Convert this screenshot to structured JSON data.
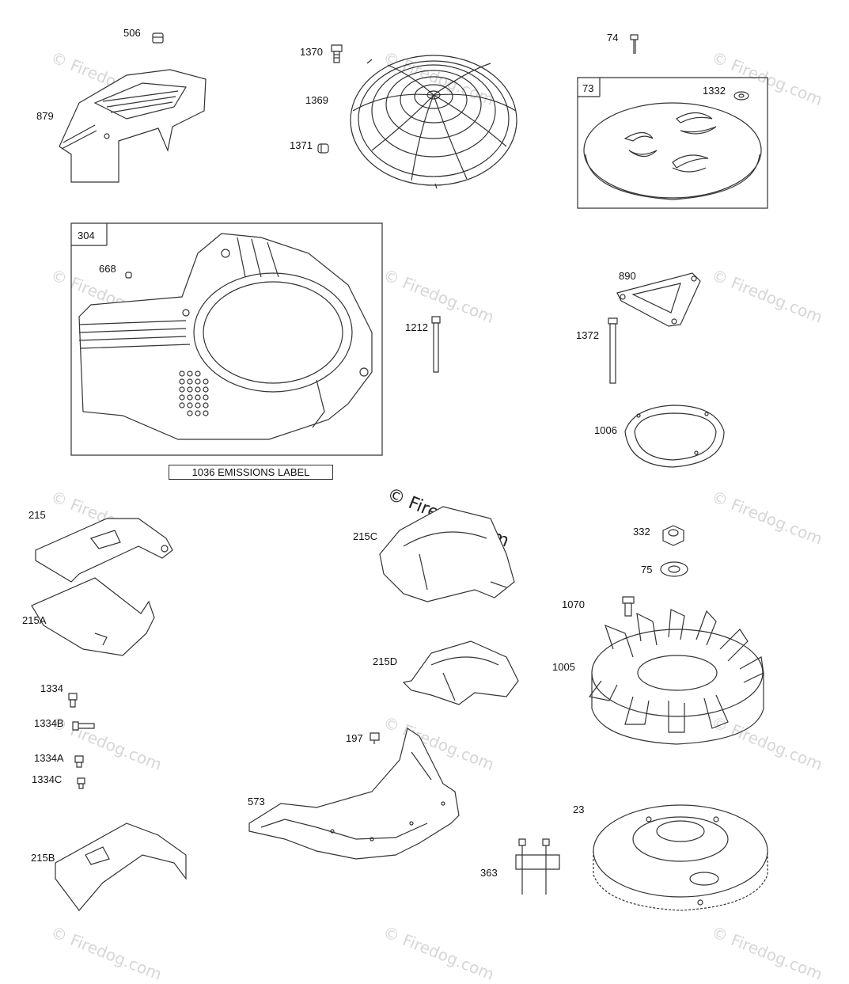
{
  "labels": {
    "p506": "506",
    "p879": "879",
    "p1370": "1370",
    "p1369": "1369",
    "p1371": "1371",
    "p74": "74",
    "p73": "73",
    "p1332": "1332",
    "p304": "304",
    "p668": "668",
    "p1212": "1212",
    "p890": "890",
    "p1372": "1372",
    "p1006": "1006",
    "p215": "215",
    "p215C": "215C",
    "p332": "332",
    "p75": "75",
    "p1070": "1070",
    "p215A": "215A",
    "p1005": "1005",
    "p215D": "215D",
    "p1334": "1334",
    "p1334B": "1334B",
    "p197": "197",
    "p1334A": "1334A",
    "p1334C": "1334C",
    "p573": "573",
    "p23": "23",
    "p215B": "215B",
    "p363": "363"
  },
  "emissions_label": "1036 EMISSIONS LABEL",
  "watermark": "© Firedog.com",
  "watermark_main": "© Firedog.com"
}
